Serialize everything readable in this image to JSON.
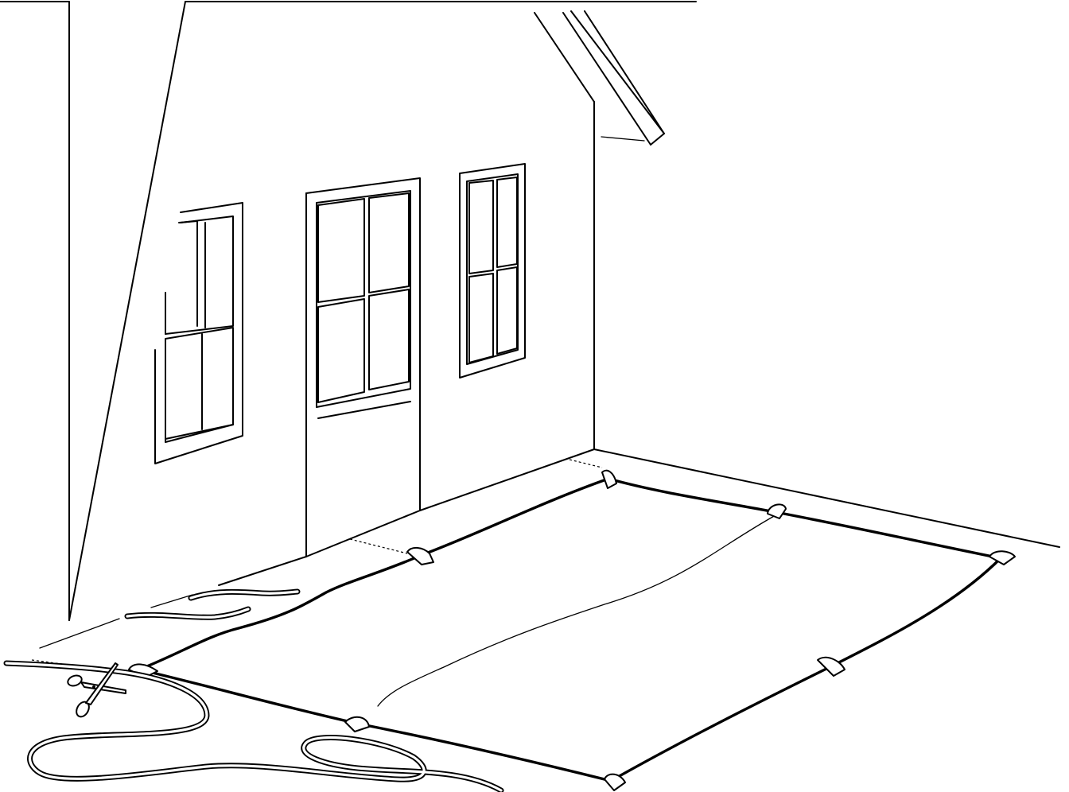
{
  "illustration": {
    "subject": "",
    "parts": [
      "building-wall",
      "roof-eave",
      "left-window",
      "door",
      "right-window",
      "ground-lines",
      "ground-cover",
      "edge-rope",
      "corner-loops",
      "rope-coil",
      "scissors",
      "cut-rope-pieces"
    ]
  }
}
